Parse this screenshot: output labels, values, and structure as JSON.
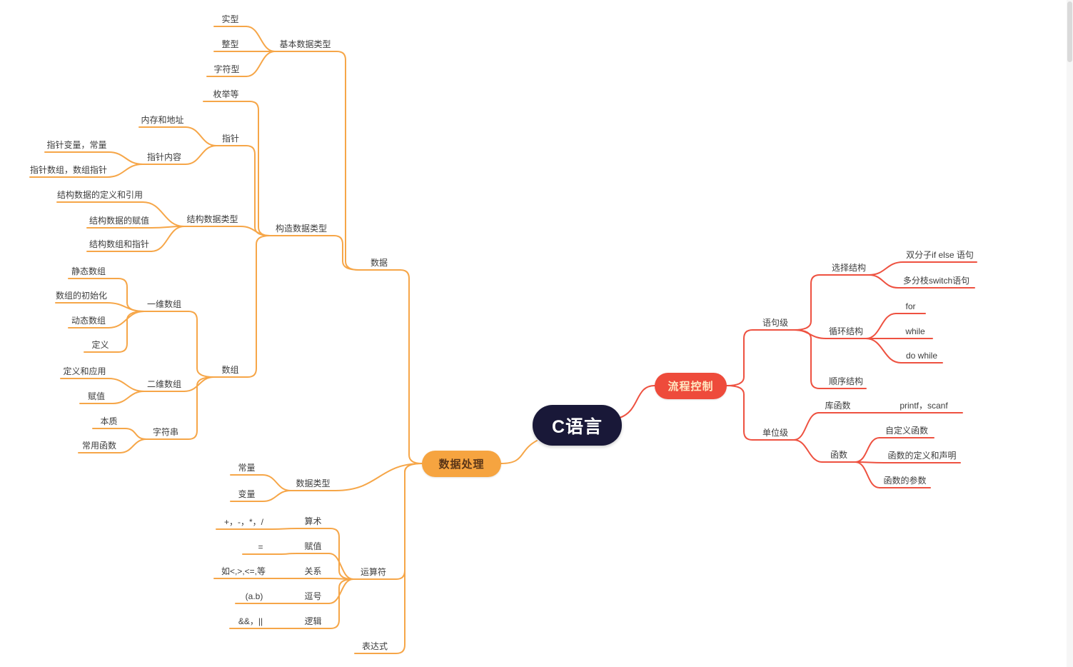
{
  "center": {
    "label": "C语言"
  },
  "colors": {
    "left_branch": "#f6a648",
    "right_branch": "#ee5140",
    "center_bg": "#191838",
    "center_text": "#ffffff",
    "left_root_bg": "#f6a440",
    "left_root_text": "#5a3517",
    "right_root_bg": "#ee4b3b",
    "right_root_text": "#ffe9c4",
    "label_text": "#3d3d3d"
  },
  "left": {
    "label": "数据处理",
    "children": [
      {
        "label": "数据",
        "children": [
          {
            "label": "基本数据类型",
            "children": [
              {
                "label": "实型"
              },
              {
                "label": "整型"
              },
              {
                "label": "字符型"
              }
            ]
          },
          {
            "label": "构造数据类型",
            "children": [
              {
                "label": "枚举等"
              },
              {
                "label": "指针",
                "children": [
                  {
                    "label": "内存和地址"
                  },
                  {
                    "label": "指针内容",
                    "children": [
                      {
                        "label": "指针变量，常量"
                      },
                      {
                        "label": "指针数组，数组指针"
                      }
                    ]
                  }
                ]
              },
              {
                "label": "结构数据类型",
                "children": [
                  {
                    "label": "结构数据的定义和引用"
                  },
                  {
                    "label": "结构数据的赋值"
                  },
                  {
                    "label": "结构数组和指针"
                  }
                ]
              },
              {
                "label": "数组",
                "children": [
                  {
                    "label": "一维数组",
                    "children": [
                      {
                        "label": "静态数组"
                      },
                      {
                        "label": "数组的初始化"
                      },
                      {
                        "label": "动态数组"
                      },
                      {
                        "label": "定义"
                      }
                    ]
                  },
                  {
                    "label": "二维数组",
                    "children": [
                      {
                        "label": "定义和应用"
                      },
                      {
                        "label": "赋值"
                      }
                    ]
                  },
                  {
                    "label": "字符串",
                    "children": [
                      {
                        "label": "本质"
                      },
                      {
                        "label": "常用函数"
                      }
                    ]
                  }
                ]
              }
            ]
          }
        ]
      },
      {
        "label": "数据类型",
        "children": [
          {
            "label": "常量"
          },
          {
            "label": "变量"
          }
        ]
      },
      {
        "label": "运算符",
        "children": [
          {
            "label": "算术",
            "children": [
              {
                "label": "+，-，*，/"
              }
            ]
          },
          {
            "label": "赋值",
            "children": [
              {
                "label": "="
              }
            ]
          },
          {
            "label": "关系",
            "children": [
              {
                "label": "如<,>,<=,等"
              }
            ]
          },
          {
            "label": "逗号",
            "children": [
              {
                "label": "(a.b)"
              }
            ]
          },
          {
            "label": "逻辑",
            "children": [
              {
                "label": "&&，||"
              }
            ]
          }
        ]
      },
      {
        "label": "表达式"
      }
    ]
  },
  "right": {
    "label": "流程控制",
    "children": [
      {
        "label": "语句级",
        "children": [
          {
            "label": "选择结构",
            "children": [
              {
                "label": "双分子if else 语句"
              },
              {
                "label": "多分枝switch语句"
              }
            ]
          },
          {
            "label": "循环结构",
            "children": [
              {
                "label": "for"
              },
              {
                "label": "while"
              },
              {
                "label": "do while"
              }
            ]
          },
          {
            "label": "顺序结构"
          }
        ]
      },
      {
        "label": "单位级",
        "children": [
          {
            "label": "库函数",
            "children": [
              {
                "label": "printf，scanf"
              }
            ]
          },
          {
            "label": "函数",
            "children": [
              {
                "label": "自定义函数"
              },
              {
                "label": "函数的定义和声明"
              },
              {
                "label": "函数的参数"
              }
            ]
          }
        ]
      }
    ]
  }
}
